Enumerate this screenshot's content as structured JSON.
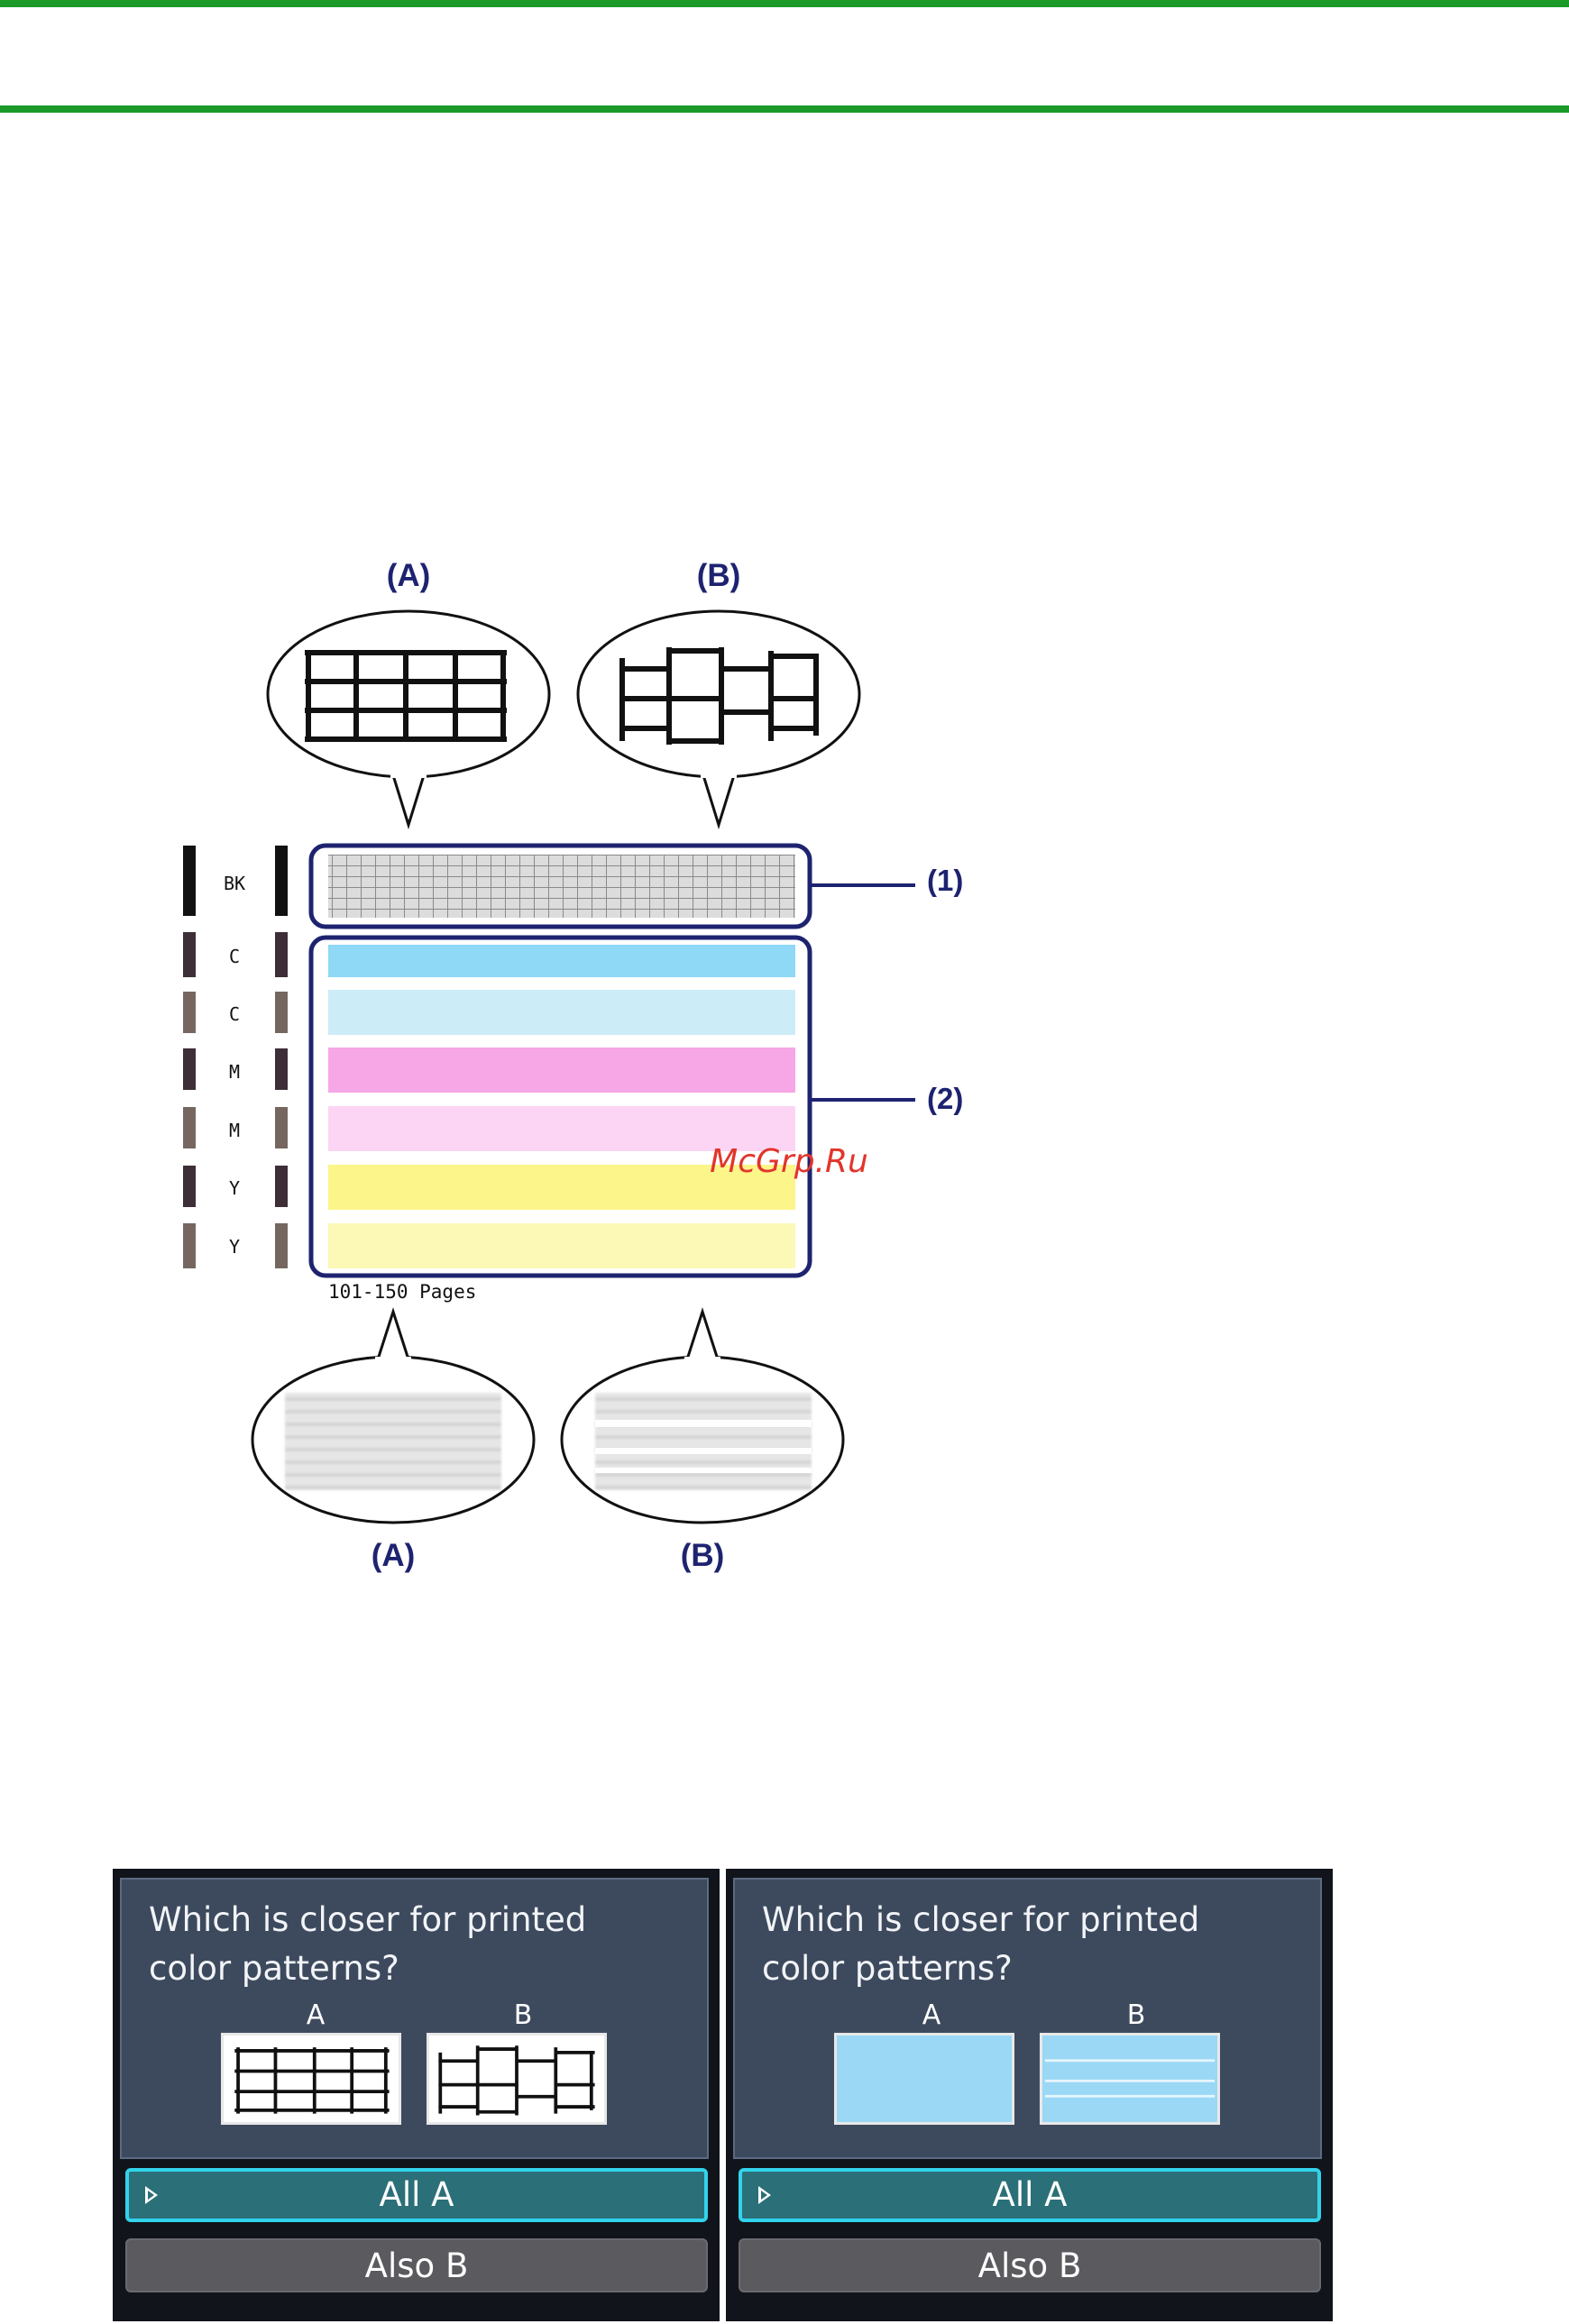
{
  "colors": {
    "rule": "#1b9a2a",
    "figure_navy": "#1e2370",
    "black_ink": "#111111",
    "cyan": "#8fd8f6",
    "light_cyan": "#ccecf8",
    "magenta": "#f7a6e6",
    "light_magenta": "#fbd5f3",
    "yellow": "#fbf58a",
    "light_yellow": "#fcf8b6",
    "watermark": "#e2352b",
    "screen_bg": "#3d4a5e",
    "button_selected": "#2b6f78",
    "button_selected_border": "#32d3ec",
    "button_normal": "#5a5a5f"
  },
  "figure": {
    "top_callout_a": "(A)",
    "top_callout_b": "(B)",
    "bottom_callout_a": "(A)",
    "bottom_callout_b": "(B)",
    "pointer_1": "(1)",
    "pointer_2": "(2)",
    "row_labels": [
      "BK",
      "C",
      "C",
      "M",
      "M",
      "Y",
      "Y"
    ],
    "page_range": "101-150 Pages",
    "watermark": "McGrp.Ru"
  },
  "screens": [
    {
      "question_lines": [
        "Which is closer for printed",
        "color patterns?"
      ],
      "option_a_label": "A",
      "option_b_label": "B",
      "option_a_icon": "grid-pattern-a-icon",
      "option_b_icon": "grid-pattern-b-icon",
      "button_all_a": "All A",
      "button_also_b": "Also B"
    },
    {
      "question_lines": [
        "Which is closer for printed",
        "color patterns?"
      ],
      "option_a_label": "A",
      "option_b_label": "B",
      "option_a_icon": "solid-color-pattern-a-icon",
      "option_b_icon": "striped-color-pattern-b-icon",
      "button_all_a": "All A",
      "button_also_b": "Also B"
    }
  ]
}
